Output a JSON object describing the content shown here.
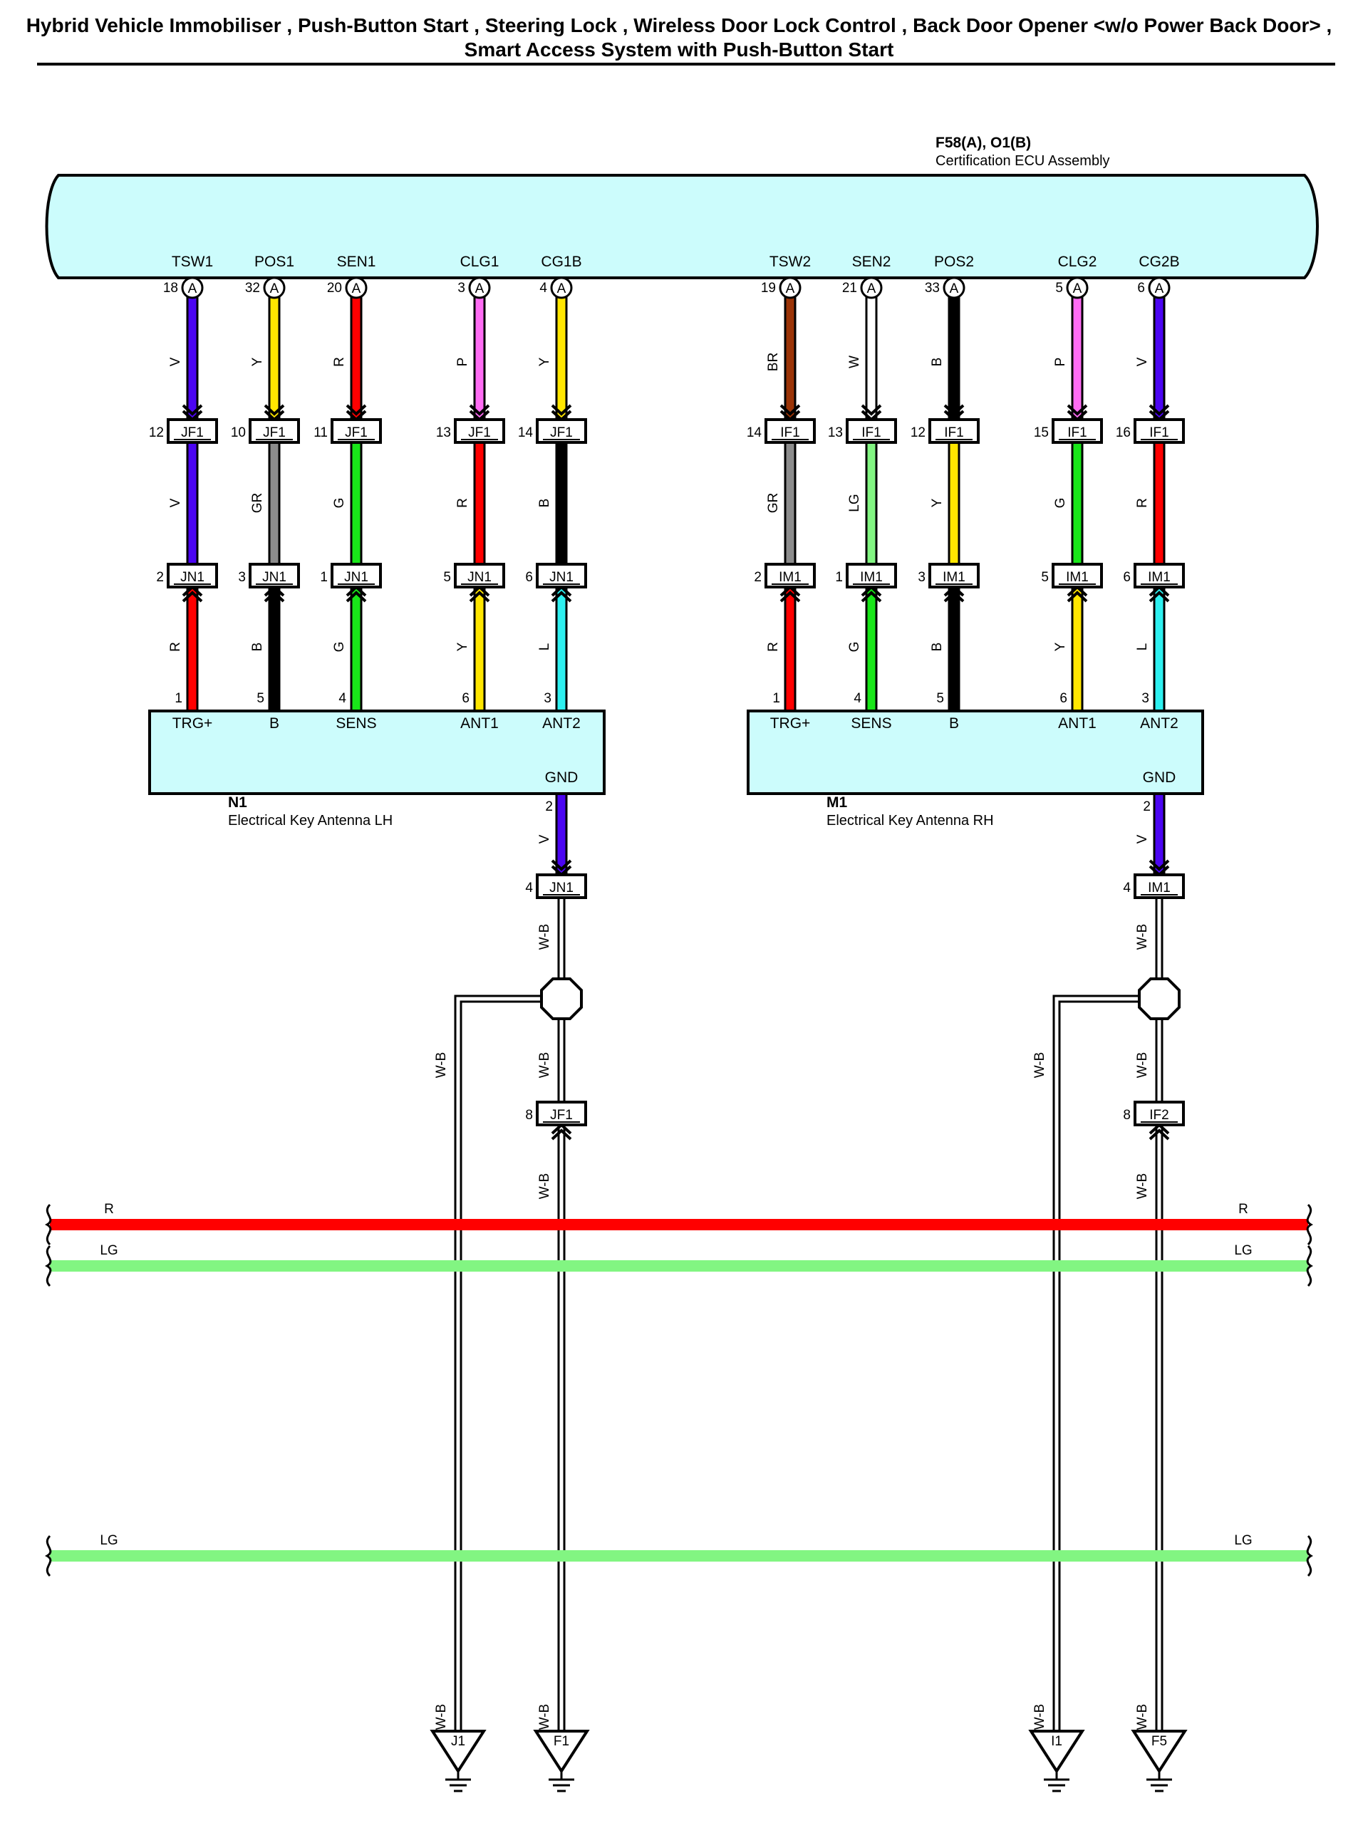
{
  "title": {
    "line1": "Hybrid Vehicle Immobiliser , Push-Button Start , Steering Lock , Wireless Door Lock Control , Back Door Opener <w/o Power Back Door> ,",
    "line2": "Smart Access System with Push-Button Start"
  },
  "colors": {
    "V": "#4b05f2",
    "Y": "#ffe600",
    "R": "#ff0000",
    "P": "#ff6cf4",
    "BR": "#9a3306",
    "W": "#ffffff",
    "B": "#000000",
    "GR": "#8c8c8c",
    "G": "#19e619",
    "LG": "#82f582",
    "L": "#2ef0f0",
    "panel": "#ccfcfc",
    "W-B": "#ffffff"
  },
  "ecu": {
    "code": "F58(A), O1(B)",
    "name": "Certification ECU Assembly",
    "connector_letter": "A"
  },
  "antennas": [
    {
      "code": "N1",
      "name": "Electrical Key Antenna LH",
      "gnd_label": "GND",
      "gnd_pin": "2"
    },
    {
      "code": "M1",
      "name": "Electrical Key Antenna RH",
      "gnd_label": "GND",
      "gnd_pin": "2"
    }
  ],
  "circuits": [
    {
      "ecu_sig": "TSW1",
      "ecu_pin": "18",
      "w1": "V",
      "j1": "JF1",
      "j1_pin": "12",
      "w2": "V",
      "j2": "JN1",
      "j2_pin": "2",
      "w3": "R",
      "ant_pin": "1",
      "ant_sig": "TRG+"
    },
    {
      "ecu_sig": "POS1",
      "ecu_pin": "32",
      "w1": "Y",
      "j1": "JF1",
      "j1_pin": "10",
      "w2": "GR",
      "j2": "JN1",
      "j2_pin": "3",
      "w3": "B",
      "ant_pin": "5",
      "ant_sig": "B"
    },
    {
      "ecu_sig": "SEN1",
      "ecu_pin": "20",
      "w1": "R",
      "j1": "JF1",
      "j1_pin": "11",
      "w2": "G",
      "j2": "JN1",
      "j2_pin": "1",
      "w3": "G",
      "ant_pin": "4",
      "ant_sig": "SENS"
    },
    {
      "ecu_sig": "CLG1",
      "ecu_pin": "3",
      "w1": "P",
      "j1": "JF1",
      "j1_pin": "13",
      "w2": "R",
      "j2": "JN1",
      "j2_pin": "5",
      "w3": "Y",
      "ant_pin": "6",
      "ant_sig": "ANT1"
    },
    {
      "ecu_sig": "CG1B",
      "ecu_pin": "4",
      "w1": "Y",
      "j1": "JF1",
      "j1_pin": "14",
      "w2": "B",
      "j2": "JN1",
      "j2_pin": "6",
      "w3": "L",
      "ant_pin": "3",
      "ant_sig": "ANT2"
    },
    {
      "ecu_sig": "TSW2",
      "ecu_pin": "19",
      "w1": "BR",
      "j1": "IF1",
      "j1_pin": "14",
      "w2": "GR",
      "j2": "IM1",
      "j2_pin": "2",
      "w3": "R",
      "ant_pin": "1",
      "ant_sig": "TRG+"
    },
    {
      "ecu_sig": "SEN2",
      "ecu_pin": "21",
      "w1": "W",
      "j1": "IF1",
      "j1_pin": "13",
      "w2": "LG",
      "j2": "IM1",
      "j2_pin": "1",
      "w3": "G",
      "ant_pin": "4",
      "ant_sig": "SENS"
    },
    {
      "ecu_sig": "POS2",
      "ecu_pin": "33",
      "w1": "B",
      "j1": "IF1",
      "j1_pin": "12",
      "w2": "Y",
      "j2": "IM1",
      "j2_pin": "3",
      "w3": "B",
      "ant_pin": "5",
      "ant_sig": "B"
    },
    {
      "ecu_sig": "CLG2",
      "ecu_pin": "5",
      "w1": "P",
      "j1": "IF1",
      "j1_pin": "15",
      "w2": "G",
      "j2": "IM1",
      "j2_pin": "5",
      "w3": "Y",
      "ant_pin": "6",
      "ant_sig": "ANT1"
    },
    {
      "ecu_sig": "CG2B",
      "ecu_pin": "6",
      "w1": "V",
      "j1": "IF1",
      "j1_pin": "16",
      "w2": "R",
      "j2": "IM1",
      "j2_pin": "6",
      "w3": "L",
      "ant_pin": "3",
      "ant_sig": "ANT2"
    }
  ],
  "grounds": [
    {
      "gnd_wire": "V",
      "j_top": "JN1",
      "j_top_pin": "4",
      "wire_wb": "W-B",
      "j_bottom": "JF1",
      "j_bottom_pin": "8",
      "point_left": "J1",
      "point_right": "F1"
    },
    {
      "gnd_wire": "V",
      "j_top": "IM1",
      "j_top_pin": "4",
      "wire_wb": "W-B",
      "j_bottom": "IF2",
      "j_bottom_pin": "8",
      "point_left": "I1",
      "point_right": "F5"
    }
  ],
  "buses": [
    {
      "color": "R",
      "label_left": "R",
      "label_right": "R"
    },
    {
      "color": "LG",
      "label_left": "LG",
      "label_right": "LG"
    },
    {
      "color": "LG",
      "label_left": "LG",
      "label_right": "LG"
    }
  ]
}
